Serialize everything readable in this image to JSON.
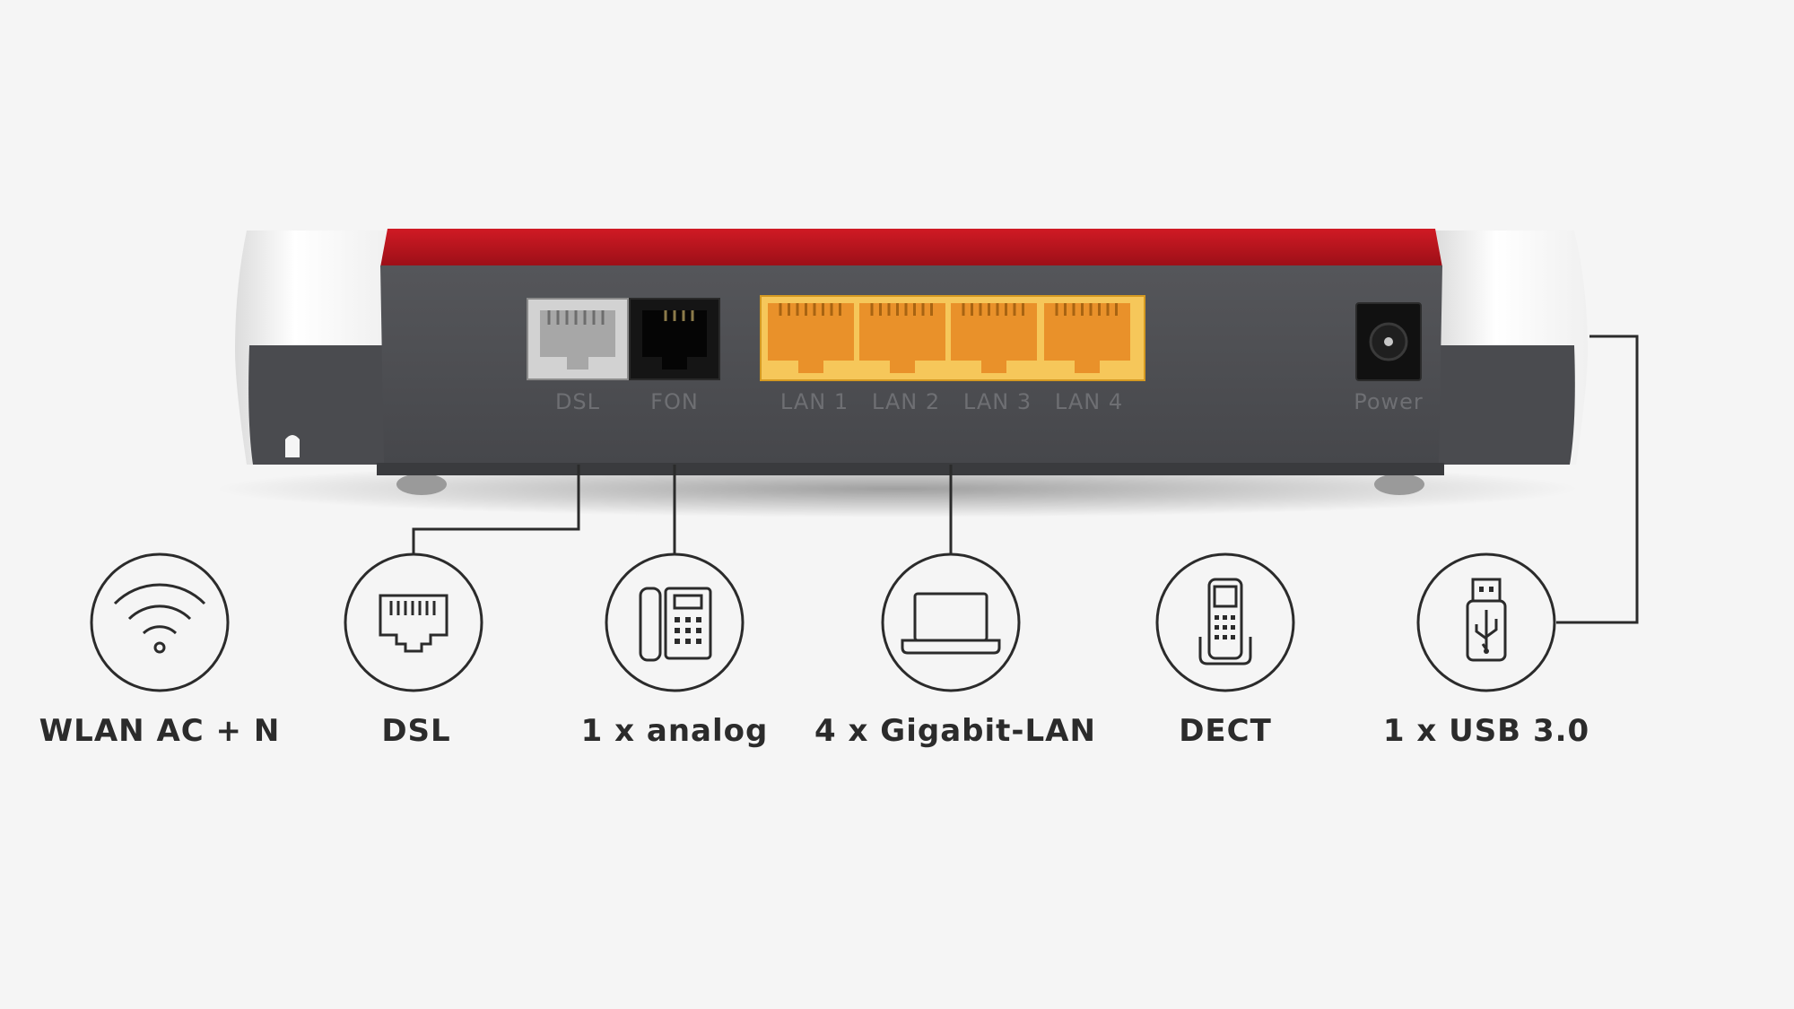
{
  "ports": [
    {
      "id": "dsl",
      "label": "DSL"
    },
    {
      "id": "fon",
      "label": "FON"
    },
    {
      "id": "lan1",
      "label": "LAN 1"
    },
    {
      "id": "lan2",
      "label": "LAN 2"
    },
    {
      "id": "lan3",
      "label": "LAN 3"
    },
    {
      "id": "lan4",
      "label": "LAN 4"
    },
    {
      "id": "power",
      "label": "Power"
    }
  ],
  "features": [
    {
      "id": "wlan",
      "label": "WLAN AC + N",
      "icon": "wifi-icon"
    },
    {
      "id": "dsl",
      "label": "DSL",
      "icon": "ethernet-jack-icon"
    },
    {
      "id": "analog",
      "label": "1 x analog",
      "icon": "desk-phone-icon"
    },
    {
      "id": "lan",
      "label": "4 x Gigabit-LAN",
      "icon": "laptop-icon"
    },
    {
      "id": "dect",
      "label": "DECT",
      "icon": "cordless-phone-icon"
    },
    {
      "id": "usb",
      "label": "1 x USB 3.0",
      "icon": "usb-stick-icon"
    }
  ],
  "colors": {
    "background": "#f5f5f5",
    "body": "#4a4b4f",
    "top_red": "#b3121c",
    "end_caps": "#ffffff",
    "lan_ports": "#f2a93b",
    "dsl_port": "#c9c9c9",
    "fon_port": "#151515",
    "ink": "#2b2b2b"
  }
}
